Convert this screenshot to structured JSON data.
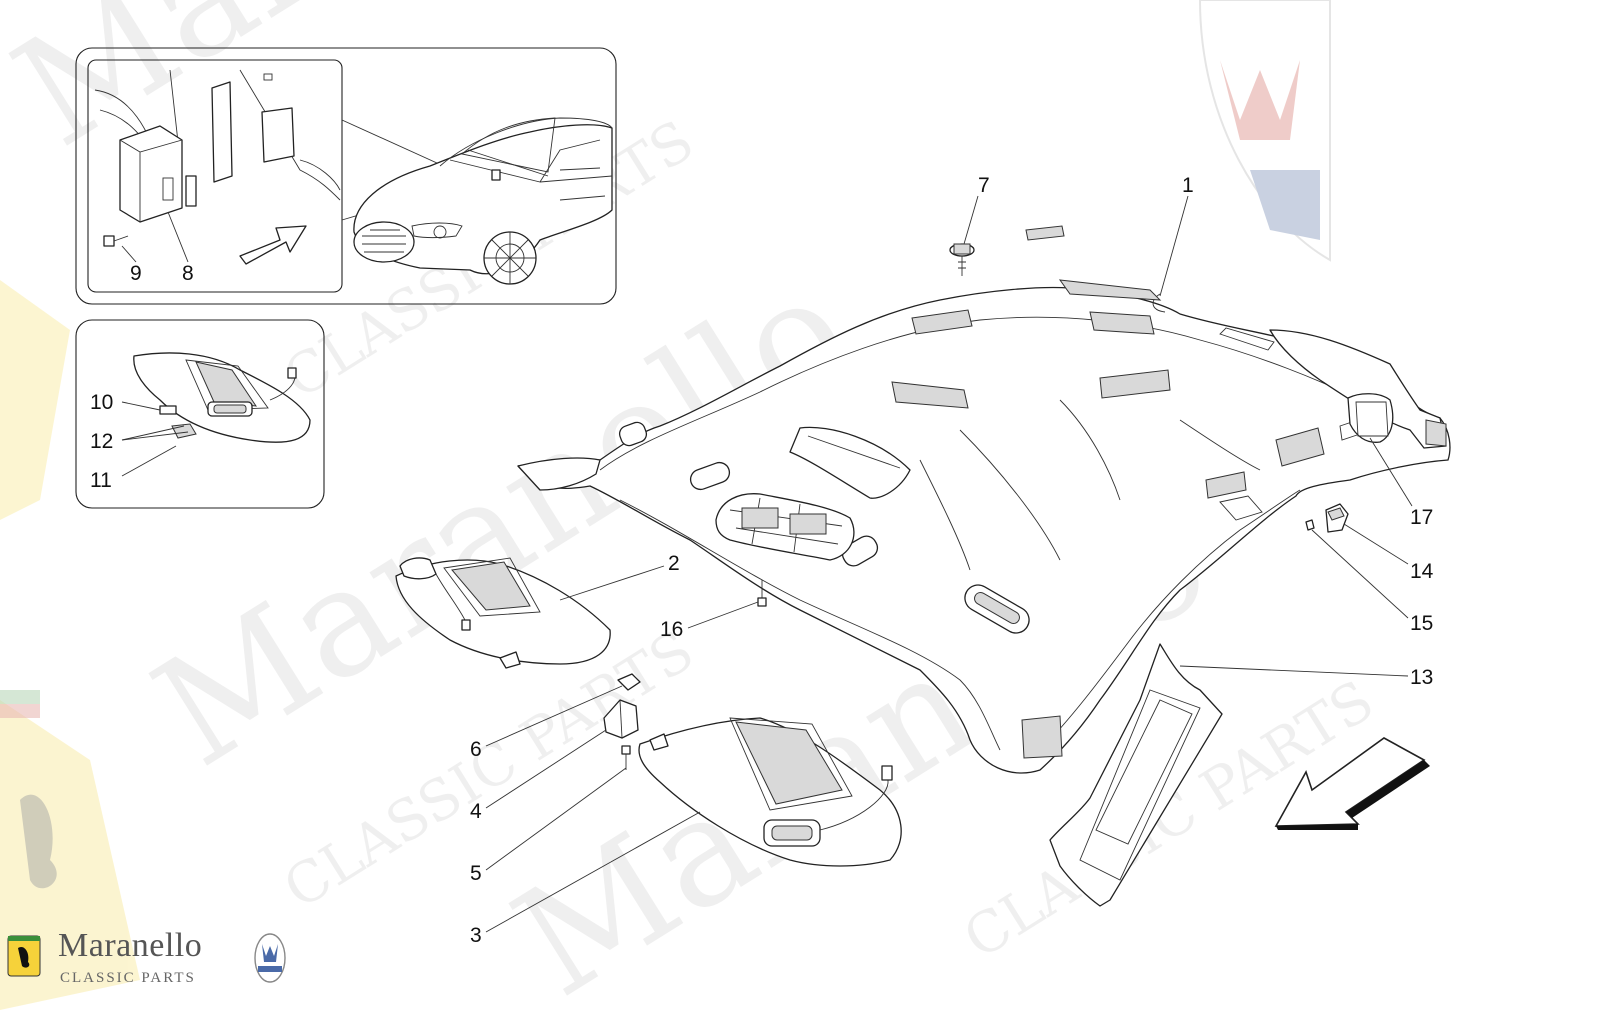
{
  "watermark": {
    "brand": "Maranello",
    "sub": "CLASSIC PARTS",
    "short_brand": "Mara"
  },
  "logo": {
    "name": "Maranello",
    "tagline": "CLASSIC PARTS"
  },
  "callouts": {
    "c1": "1",
    "c2": "2",
    "c3": "3",
    "c4": "4",
    "c5": "5",
    "c6": "6",
    "c7": "7",
    "c8": "8",
    "c9": "9",
    "c10": "10",
    "c11": "11",
    "c12": "12",
    "c13": "13",
    "c14": "14",
    "c15": "15",
    "c16": "16",
    "c17": "17"
  },
  "colors": {
    "line": "#222222",
    "ferrari_yellow": "#f6e27a",
    "maserati_red": "#c0392b",
    "maserati_blue": "#2c4b8a"
  }
}
